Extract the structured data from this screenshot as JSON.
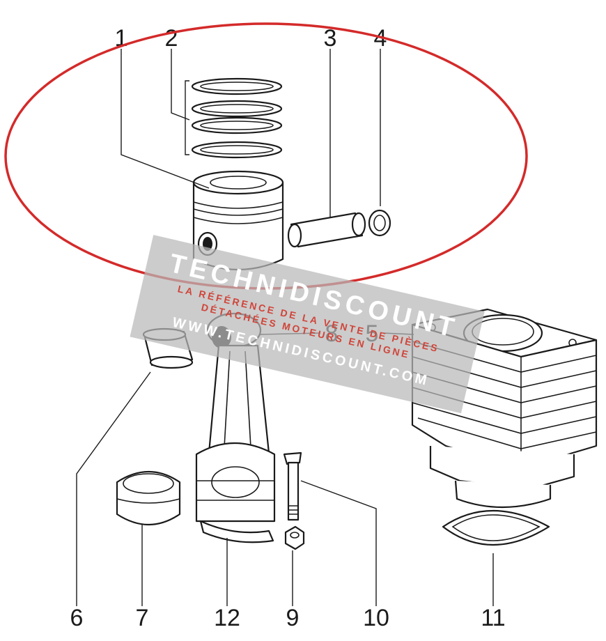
{
  "diagram": {
    "highlight_color": "#d42a2a",
    "line_color": "#1a1a1a",
    "part_numbers": [
      "1",
      "2",
      "3",
      "4",
      "5",
      "6",
      "7",
      "8",
      "9",
      "10",
      "11",
      "12"
    ]
  },
  "watermark": {
    "brand": "TECHNIDISCOUNT",
    "tagline_1": "LA RÉFÉRENCE DE LA VENTE DE PIÈCES",
    "tagline_2": "DÉTACHÉES MOTEURS EN LIGNE",
    "url": "WWW.TECHNIDISCOUNT.COM",
    "band_color": "#b9b9b9",
    "text_color": "#ffffff",
    "accent_color": "#d0453a"
  }
}
